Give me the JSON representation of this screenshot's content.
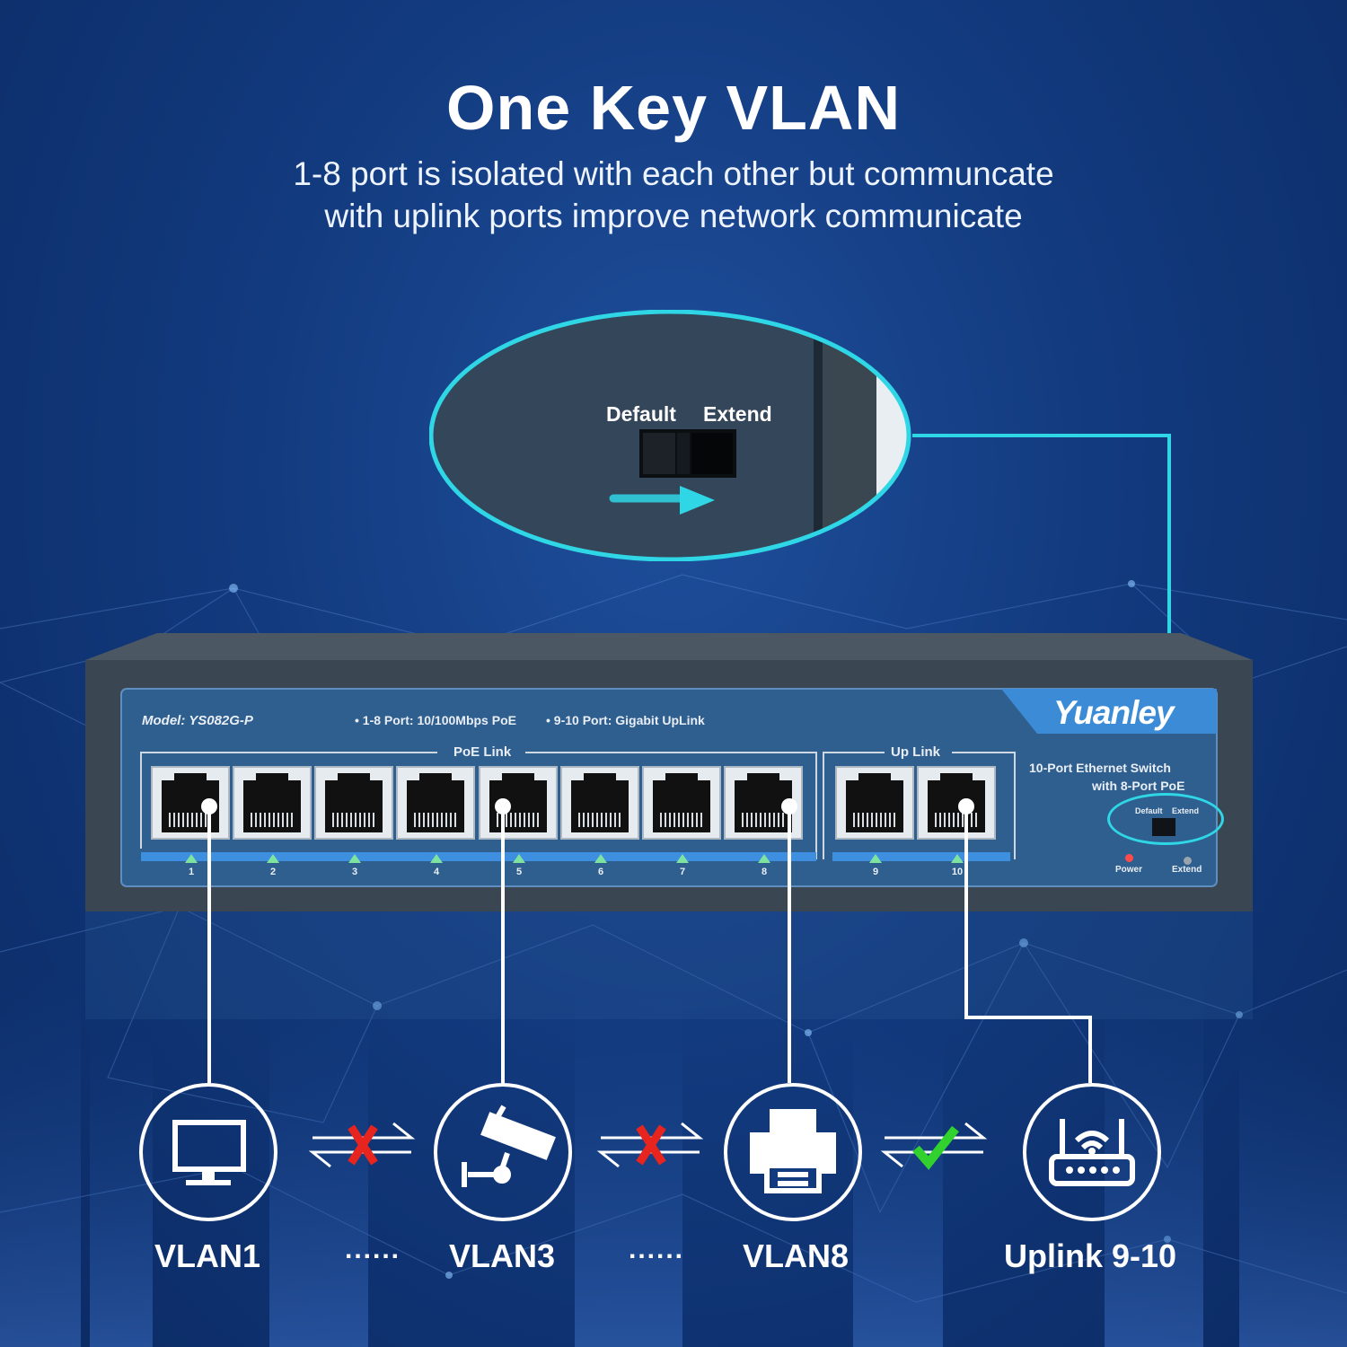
{
  "header": {
    "title": "One Key VLAN",
    "subtitle_line1": "1-8 port is isolated with each other but communcate",
    "subtitle_line2": "with uplink ports improve network communicate"
  },
  "zoom_callout": {
    "label_default": "Default",
    "label_extend": "Extend"
  },
  "switch": {
    "model": "Model: YS082G-P",
    "spec1": "1-8 Port: 10/100Mbps PoE",
    "spec2": "9-10 Port: Gigabit UpLink",
    "poe_group_label": "PoE Link",
    "uplink_group_label": "Up Link",
    "brand": "Yuanley",
    "desc_line1": "10-Port Ethernet Switch",
    "desc_line2": "with 8-Port PoE",
    "switch_label_default": "Default",
    "switch_label_extend": "Extend",
    "led_power": "Power",
    "led_extend": "Extend",
    "port_numbers": [
      "1",
      "2",
      "3",
      "4",
      "5",
      "6",
      "7",
      "8",
      "9",
      "10"
    ]
  },
  "devices": [
    {
      "label": "VLAN1",
      "icon": "monitor-icon"
    },
    {
      "label": "VLAN3",
      "icon": "camera-icon"
    },
    {
      "label": "VLAN8",
      "icon": "printer-icon"
    },
    {
      "label": "Uplink 9-10",
      "icon": "router-icon"
    }
  ],
  "connectors": [
    {
      "status": "blocked",
      "icon": "cross-icon"
    },
    {
      "status": "blocked",
      "icon": "cross-icon"
    },
    {
      "status": "allowed",
      "icon": "check-icon"
    }
  ],
  "ellipsis": "......",
  "colors": {
    "accent_cyan": "#2fd6e6",
    "cross_red": "#e8241f",
    "check_green": "#31d12e",
    "switch_body": "#3c4a55",
    "switch_panel": "#2f5f8f"
  }
}
